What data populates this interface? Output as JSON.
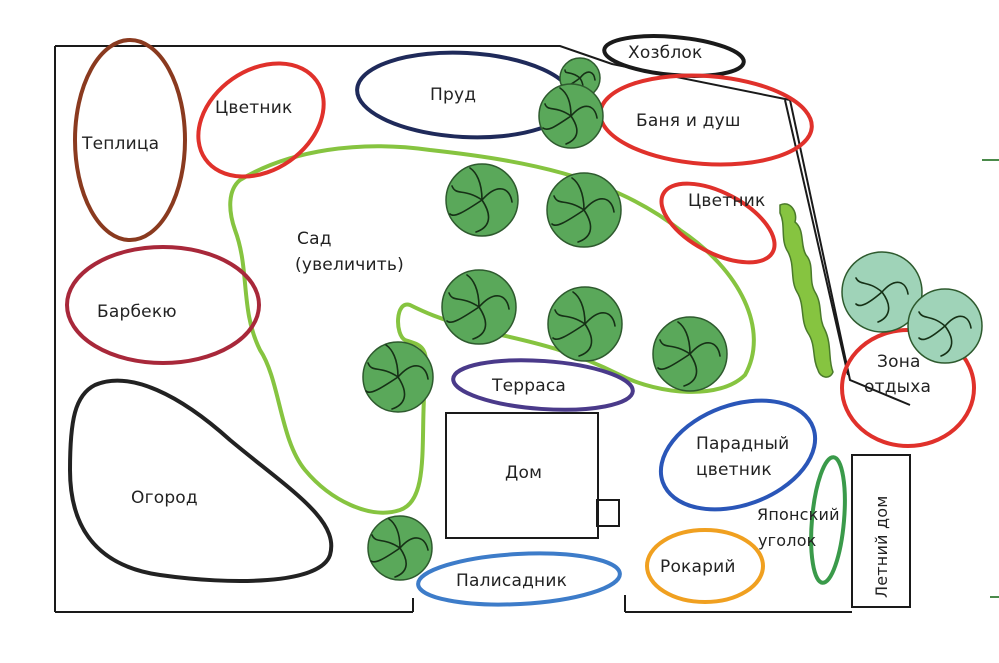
{
  "colors": {
    "paper": "#ffffff",
    "boundary": "#1a1a1a",
    "red": "#e0312b",
    "dark_red": "#a8283a",
    "brown": "#8a3a1f",
    "navy": "#1f2a5a",
    "blue": "#2a56b8",
    "light_blue": "#3d7cc9",
    "purple": "#4a3a8a",
    "black": "#222222",
    "orange": "#f0a020",
    "lime": "#86c440",
    "green": "#3a9a4a",
    "tree_fill": "#5aa85a",
    "tree_light": "#9fd3b8"
  },
  "zones": {
    "hozblok": "Хозблок",
    "teplitsa": "Теплица",
    "tsvetnik_top": "Цветник",
    "prud": "Пруд",
    "banya": "Баня и душ",
    "tsvetnik_right": "Цветник",
    "sad_line1": "Сад",
    "sad_line2": "(увеличить)",
    "barbekyu": "Барбекю",
    "terrasa": "Терраса",
    "dom": "Дом",
    "ogorod": "Огород",
    "paradny_line1": "Парадный",
    "paradny_line2": "цветник",
    "zona_line1": "Зона",
    "zona_line2": "отдыха",
    "yaponsky_line1": "Японский",
    "yaponsky_line2": "уголок",
    "letny_dom": "Летний дом",
    "rokary": "Рокарий",
    "palisadnik": "Палисадник"
  },
  "icons": {
    "tree": "tree-icon",
    "hedge": "hedge-icon"
  }
}
